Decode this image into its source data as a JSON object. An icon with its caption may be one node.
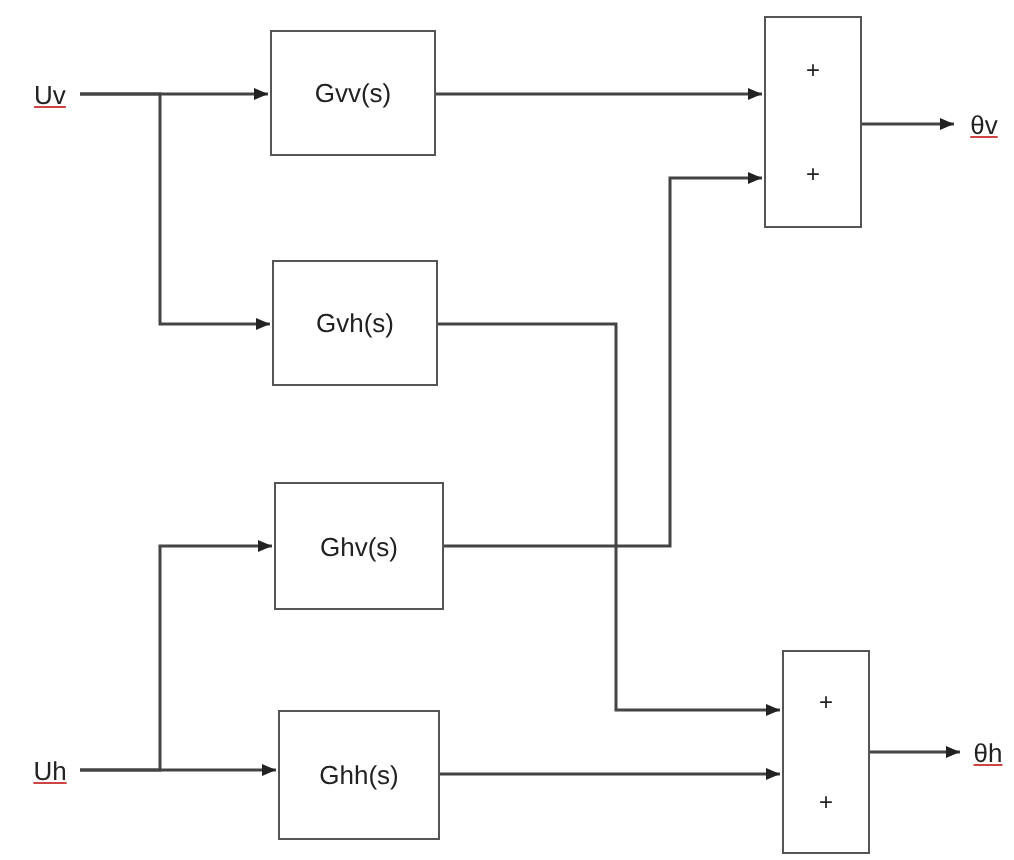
{
  "diagram": {
    "nodes": [
      {
        "text": [
          "Uv"
        ]
      },
      {
        "text": [
          "Gvv(s)"
        ]
      },
      {
        "text": [
          "Gvh(s)"
        ]
      },
      {
        "text": [
          "+",
          "+"
        ]
      },
      {
        "text": [
          "θv"
        ]
      },
      {
        "text": [
          "Ghv(s)"
        ]
      },
      {
        "text": [
          "Uh"
        ]
      },
      {
        "text": [
          "Ghh(s)"
        ]
      },
      {
        "text": [
          "+",
          "+"
        ]
      },
      {
        "text": [
          "θh"
        ]
      }
    ],
    "edges": [
      {
        "from": 0,
        "to": 1,
        "arrow": "to"
      },
      {
        "from": 0,
        "to": 2,
        "arrow": "to"
      },
      {
        "from": 1,
        "to": 3,
        "arrow": "to"
      },
      {
        "from": 5,
        "to": 3,
        "arrow": "to"
      },
      {
        "from": 3,
        "to": 4,
        "arrow": "to"
      },
      {
        "from": 6,
        "to": 5,
        "arrow": "to"
      },
      {
        "from": 6,
        "to": 7,
        "arrow": "to"
      },
      {
        "from": 2,
        "to": 8,
        "arrow": "to"
      },
      {
        "from": 7,
        "to": 8,
        "arrow": "to"
      },
      {
        "from": 8,
        "to": 9,
        "arrow": "to"
      }
    ]
  }
}
